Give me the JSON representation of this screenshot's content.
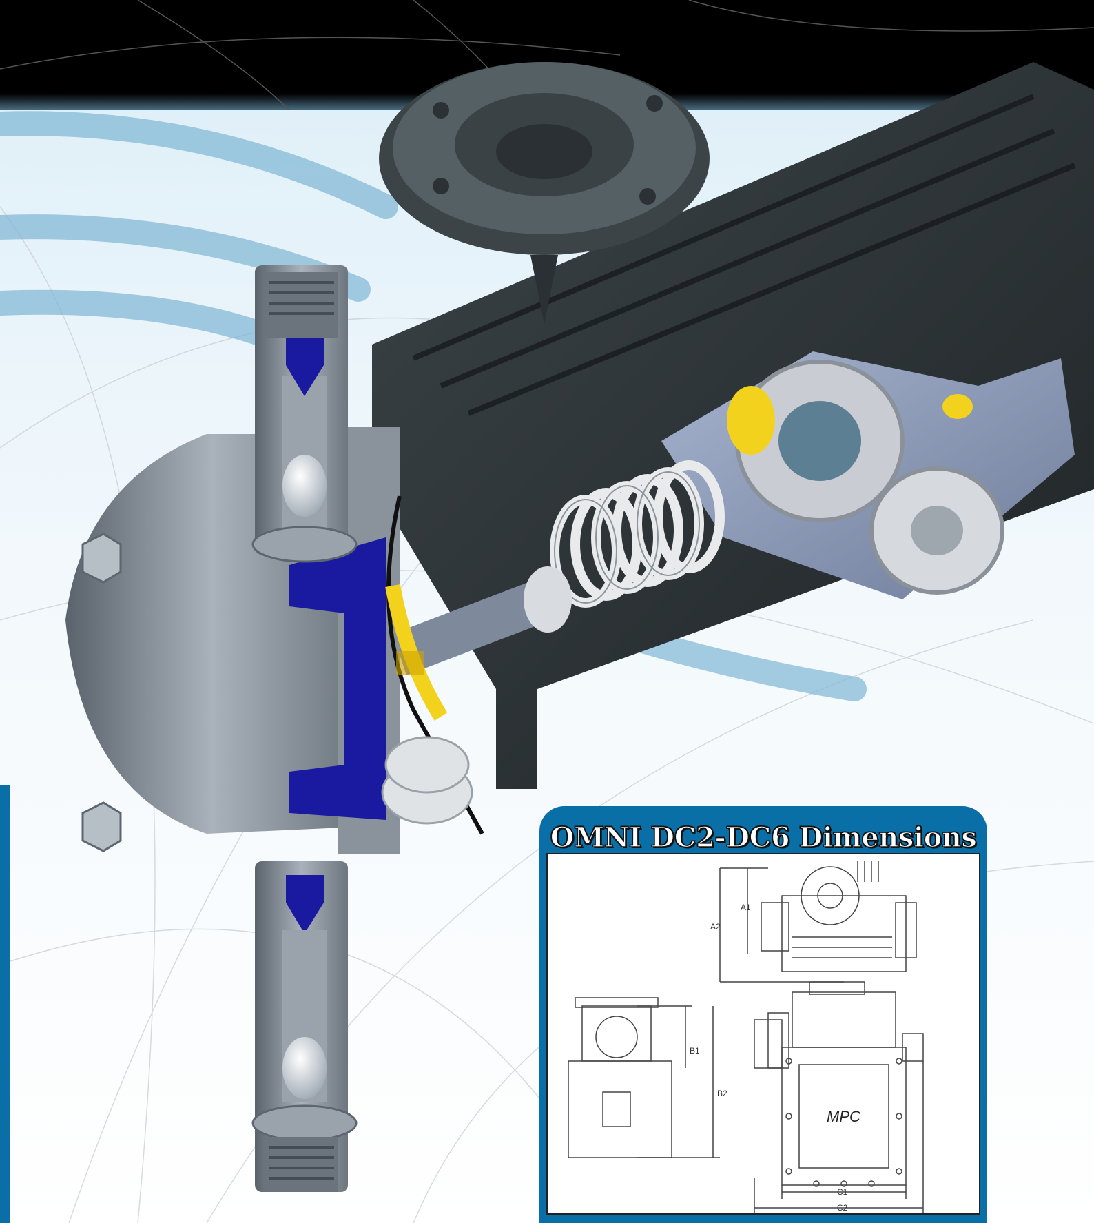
{
  "panel": {
    "title": "OMNI DC2-DC6 Dimensions",
    "labels": {
      "a1": "A1",
      "a2": "A2",
      "b1": "B1",
      "b2": "B2",
      "c1": "C1",
      "c2": "C2",
      "mpc": "MPC"
    }
  },
  "colors": {
    "header_band": "#000000",
    "pump_head": "#7d868f",
    "motor_housing": "#2f3538",
    "diaphragm": "#1a1aa0",
    "accent_yellow": "#f2d21d",
    "panel_blue": "#0a6fa6"
  },
  "icons": {
    "pump": "cutaway-pump-illustration"
  }
}
